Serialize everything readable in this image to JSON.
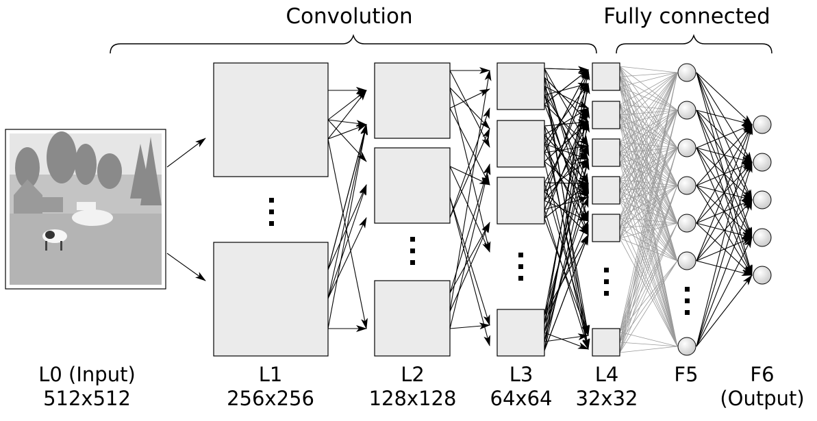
{
  "headers": {
    "convolution": "Convolution",
    "fully_connected": "Fully connected"
  },
  "labels": {
    "l0": {
      "line1": "L0 (Input)",
      "line2": "512x512"
    },
    "l1": {
      "line1": "L1",
      "line2": "256x256"
    },
    "l2": {
      "line1": "L2",
      "line2": "128x128"
    },
    "l3": {
      "line1": "L3",
      "line2": "64x64"
    },
    "l4": {
      "line1": "L4",
      "line2": "32x32"
    },
    "f5": {
      "line1": "F5",
      "line2": ""
    },
    "f6": {
      "line1": "F6",
      "line2": "(Output)"
    }
  },
  "colors": {
    "box_fill": "#ebebeb",
    "stroke": "#000000",
    "fc_gray": "#9a9a9a",
    "neuron_fill": "#eeeeee"
  },
  "input_image": "farm-photo-with-cow"
}
